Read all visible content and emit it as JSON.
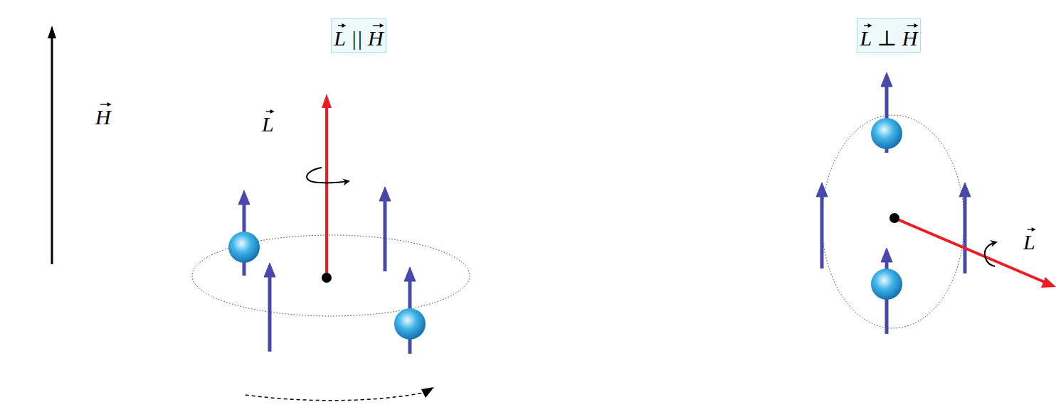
{
  "diagram": {
    "nodes": [
      {
        "text": [
          "L || H"
        ]
      },
      {
        "text": [
          "L ⊥ H"
        ]
      }
    ],
    "labels": [
      "H",
      "L",
      "L"
    ]
  }
}
